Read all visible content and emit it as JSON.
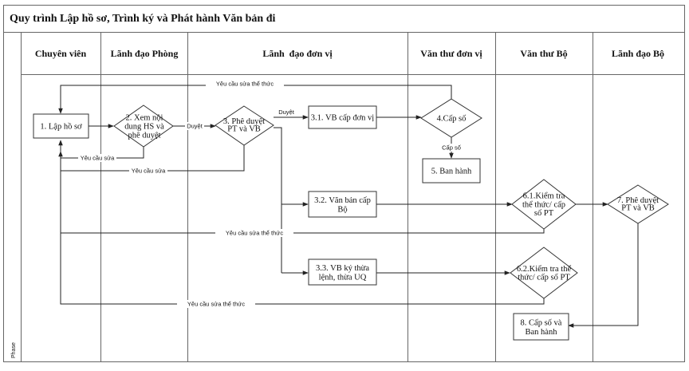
{
  "title": "Quy trình Lập hồ sơ, Trình ký và Phát hành Văn bản đi",
  "phase_label": "Phase",
  "lanes": [
    "Chuyên viên",
    "Lãnh đạo Phòng",
    "Lãnh  đạo đơn vị",
    "Văn thư đơn vị",
    "Văn thư Bộ",
    "Lãnh đạo Bộ"
  ],
  "nodes": {
    "n1": [
      "1. Lập hồ sơ"
    ],
    "n2": [
      "2. Xem nội",
      "dung HS và",
      "phê duyệt"
    ],
    "n3": [
      "3. Phê duyệt",
      "PT và VB"
    ],
    "n31": [
      "3.1. VB cấp đơn vị"
    ],
    "n32": [
      "3.2. Văn bản cấp",
      "Bộ"
    ],
    "n33": [
      "3.3. VB ký thừa",
      "lệnh, thừa UQ"
    ],
    "n4": [
      "4.Cấp số"
    ],
    "n5": [
      "5. Ban hành"
    ],
    "n61": [
      "6.1.Kiểm tra",
      "thể thức/ cấp",
      "số PT"
    ],
    "n62": [
      "6.2.Kiểm tra thể",
      "thức/ cấp số PT"
    ],
    "n7": [
      "7. Phê duyệt",
      "PT và VB"
    ],
    "n8": [
      "8. Cấp số và",
      "Ban hành"
    ]
  },
  "edge_labels": {
    "e_top": "Yêu cầu sửa thể thức",
    "e_duyet1": "Duyệt",
    "e_duyet2": "Duyệt",
    "e_capso": "Cấp số",
    "e_yc1": "Yêu cầu sửa",
    "e_yc2": "Yêu cầu sửa",
    "e_mid": "Yêu cầu sửa thể thức",
    "e_bottom": "Yêu cầu sửa thể thức"
  }
}
